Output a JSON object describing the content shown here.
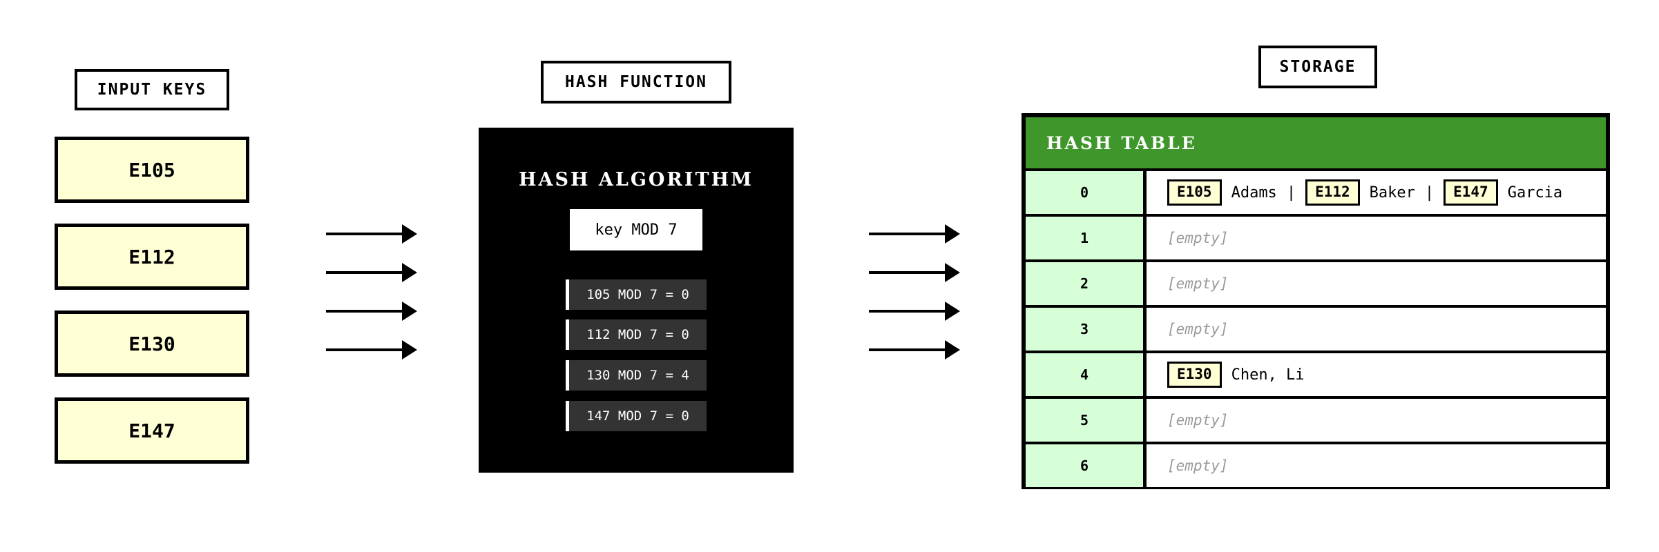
{
  "sections": {
    "input": "INPUT KEYS",
    "hash": "HASH FUNCTION",
    "storage": "STORAGE"
  },
  "keys": [
    "E105",
    "E112",
    "E130",
    "E147"
  ],
  "hash_function": {
    "title": "HASH ALGORITHM",
    "formula": "key MOD 7",
    "calculations": [
      "105 MOD 7 = 0",
      "112 MOD 7 = 0",
      "130 MOD 7 = 4",
      "147 MOD 7 = 0"
    ]
  },
  "table": {
    "title": "HASH TABLE",
    "separator": "|",
    "rows": [
      {
        "index": "0",
        "entries": [
          {
            "key": "E105",
            "name": "Adams"
          },
          {
            "key": "E112",
            "name": "Baker"
          },
          {
            "key": "E147",
            "name": "Garcia"
          }
        ],
        "empty_label": ""
      },
      {
        "index": "1",
        "entries": [],
        "empty_label": "[empty]"
      },
      {
        "index": "2",
        "entries": [],
        "empty_label": "[empty]"
      },
      {
        "index": "3",
        "entries": [],
        "empty_label": "[empty]"
      },
      {
        "index": "4",
        "entries": [
          {
            "key": "E130",
            "name": "Chen, Li"
          }
        ],
        "empty_label": ""
      },
      {
        "index": "5",
        "entries": [],
        "empty_label": "[empty]"
      },
      {
        "index": "6",
        "entries": [],
        "empty_label": "[empty]"
      }
    ]
  }
}
